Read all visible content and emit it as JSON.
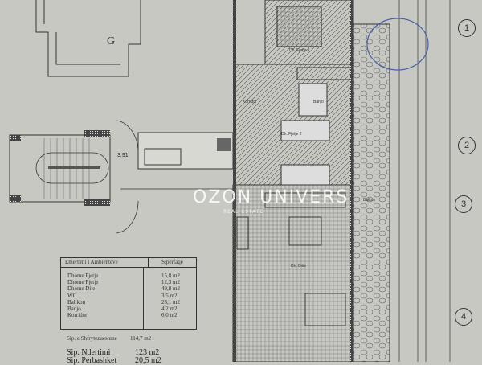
{
  "plan": {
    "rooms": [
      {
        "label": "Dh. Fjetje 1"
      },
      {
        "label": "Banjo"
      },
      {
        "label": "Korridor"
      },
      {
        "label": "Dh. Fjetje 2"
      },
      {
        "label": "Balkon"
      },
      {
        "label": "Dh. Ditie"
      }
    ],
    "stair_height": "3.91",
    "axis_markers": [
      "1",
      "2",
      "3",
      "4"
    ],
    "watermark": "OZON UNIVERS",
    "watermark_sub": "REAL ESTATE"
  },
  "area_table": {
    "headers": [
      "Emertimi i Ambienteve",
      "Siperfaqe"
    ],
    "rows": [
      {
        "name": "Dhome Fjetje",
        "area": "15,8 m2"
      },
      {
        "name": "Dhome Fjetje",
        "area": "12,3 m2"
      },
      {
        "name": "Dhome Dite",
        "area": "49,8 m2"
      },
      {
        "name": "WC",
        "area": "3,5 m2"
      },
      {
        "name": "Ballkon",
        "area": "23,1 m2"
      },
      {
        "name": "Banjo",
        "area": "4,2 m2"
      },
      {
        "name": "Korridor",
        "area": "6,0 m2"
      }
    ]
  },
  "summary": {
    "usable_label": "Sip. e Shfrytezueshme",
    "usable_value": "114,7 m2",
    "built_label": "Sip. Ndertimi",
    "built_value": "123 m2",
    "common_label": "Sip. Perbashket",
    "common_value": "20,5 m2"
  }
}
